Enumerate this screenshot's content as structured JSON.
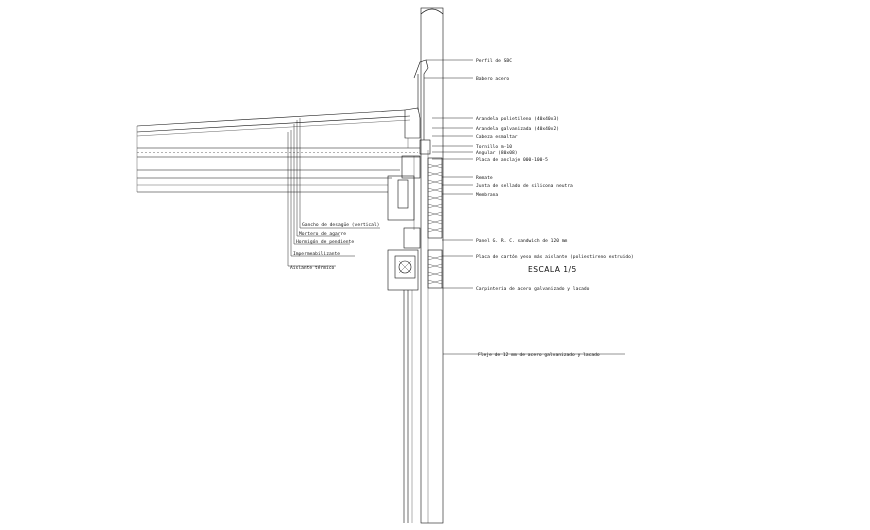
{
  "labels": {
    "perfil": "Perfil de SBC",
    "babero": "Babero acero",
    "arandela_polietileno": "Arandela polietileno (40x40x3)",
    "arandela_galvanizada": "Arandela galvanizada (40x40x2)",
    "cabeza": "Cabeza esmaltar",
    "tornillo": "Tornillo m-10",
    "angular": "Angular (80x08)",
    "placa_anclaje": "Placa de anclaje 000-100-5",
    "remate": "Remate",
    "junta": "Junta de sellado de silicona neutra",
    "membrana": "Membrana",
    "panel": "Panel G. R. C. sandwich de 120 mm",
    "placa_carton": "Placa de cartón yeso más aislante (poliestireno extruido)",
    "escala": "ESCALA 1/5",
    "carpinteria": "Carpintería de acero galvanizado y lacado",
    "fleje": "Fleje de 12 mm de acero galvanizado y lacado",
    "gancho": "Gancho de desagüe (vertical)",
    "mortero": "Mortero de agarre",
    "hormigon": "Hormigón de pendiente",
    "impermeabilizante": "Impermeabilizante",
    "aislante": "Aislante térmico"
  }
}
